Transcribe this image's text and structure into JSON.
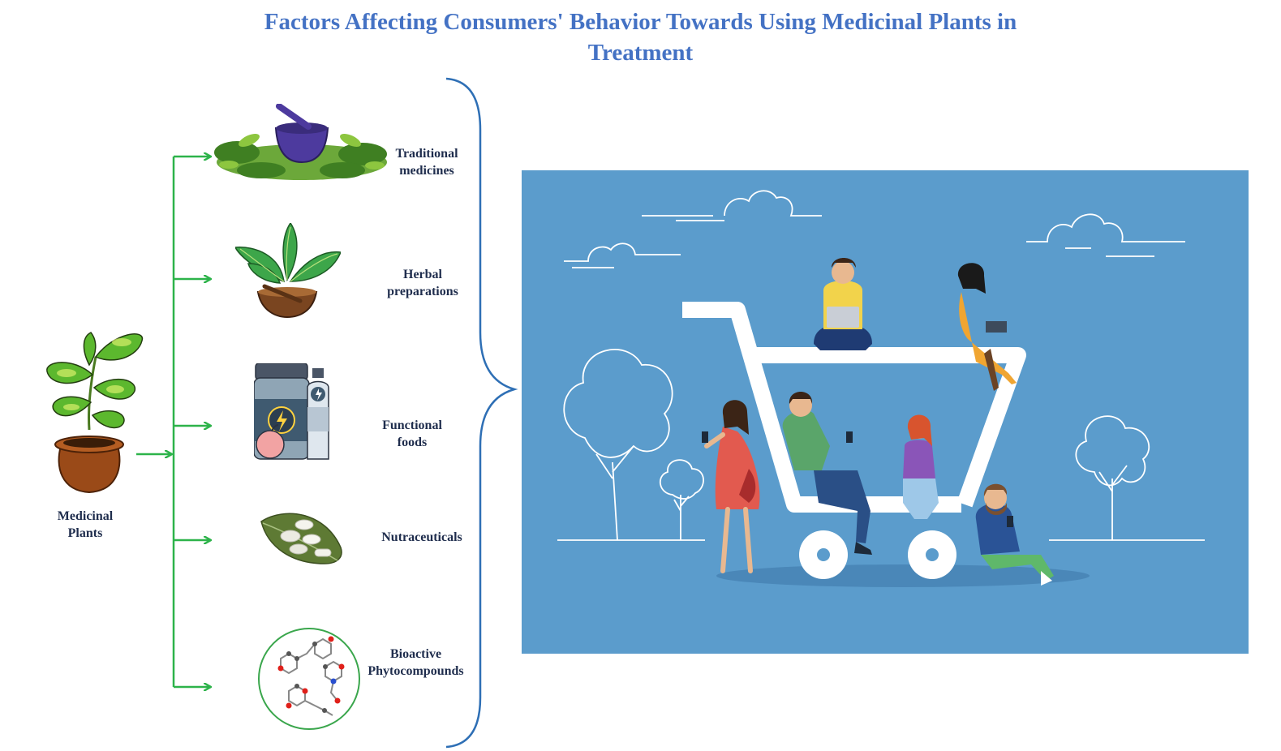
{
  "title": {
    "line1": "Factors Affecting Consumers' Behavior Towards Using Medicinal Plants in",
    "line2": "Treatment"
  },
  "source": {
    "line1": "Medicinal",
    "line2": "Plants",
    "icon": "potted-plant-icon"
  },
  "categories": [
    {
      "line1": "Traditional",
      "line2": "medicines",
      "icon": "mortar-pestle-herbs-icon"
    },
    {
      "line1": "Herbal",
      "line2": "preparations",
      "icon": "herbal-bowl-leaves-icon"
    },
    {
      "line1": "Functional",
      "line2": "foods",
      "icon": "functional-food-jar-bottle-icon"
    },
    {
      "line1": "Nutraceuticals",
      "line2": "",
      "icon": "pills-on-leaf-icon"
    },
    {
      "line1": "Bioactive",
      "line2": "Phytocompounds",
      "icon": "molecules-circle-icon"
    }
  ],
  "illustration": {
    "name": "consumers-shopping-cart-illustration",
    "background_color": "#5b9ccc"
  },
  "colors": {
    "title": "#4472c4",
    "arrows": "#2db34a",
    "brace": "#2e6fb5"
  }
}
